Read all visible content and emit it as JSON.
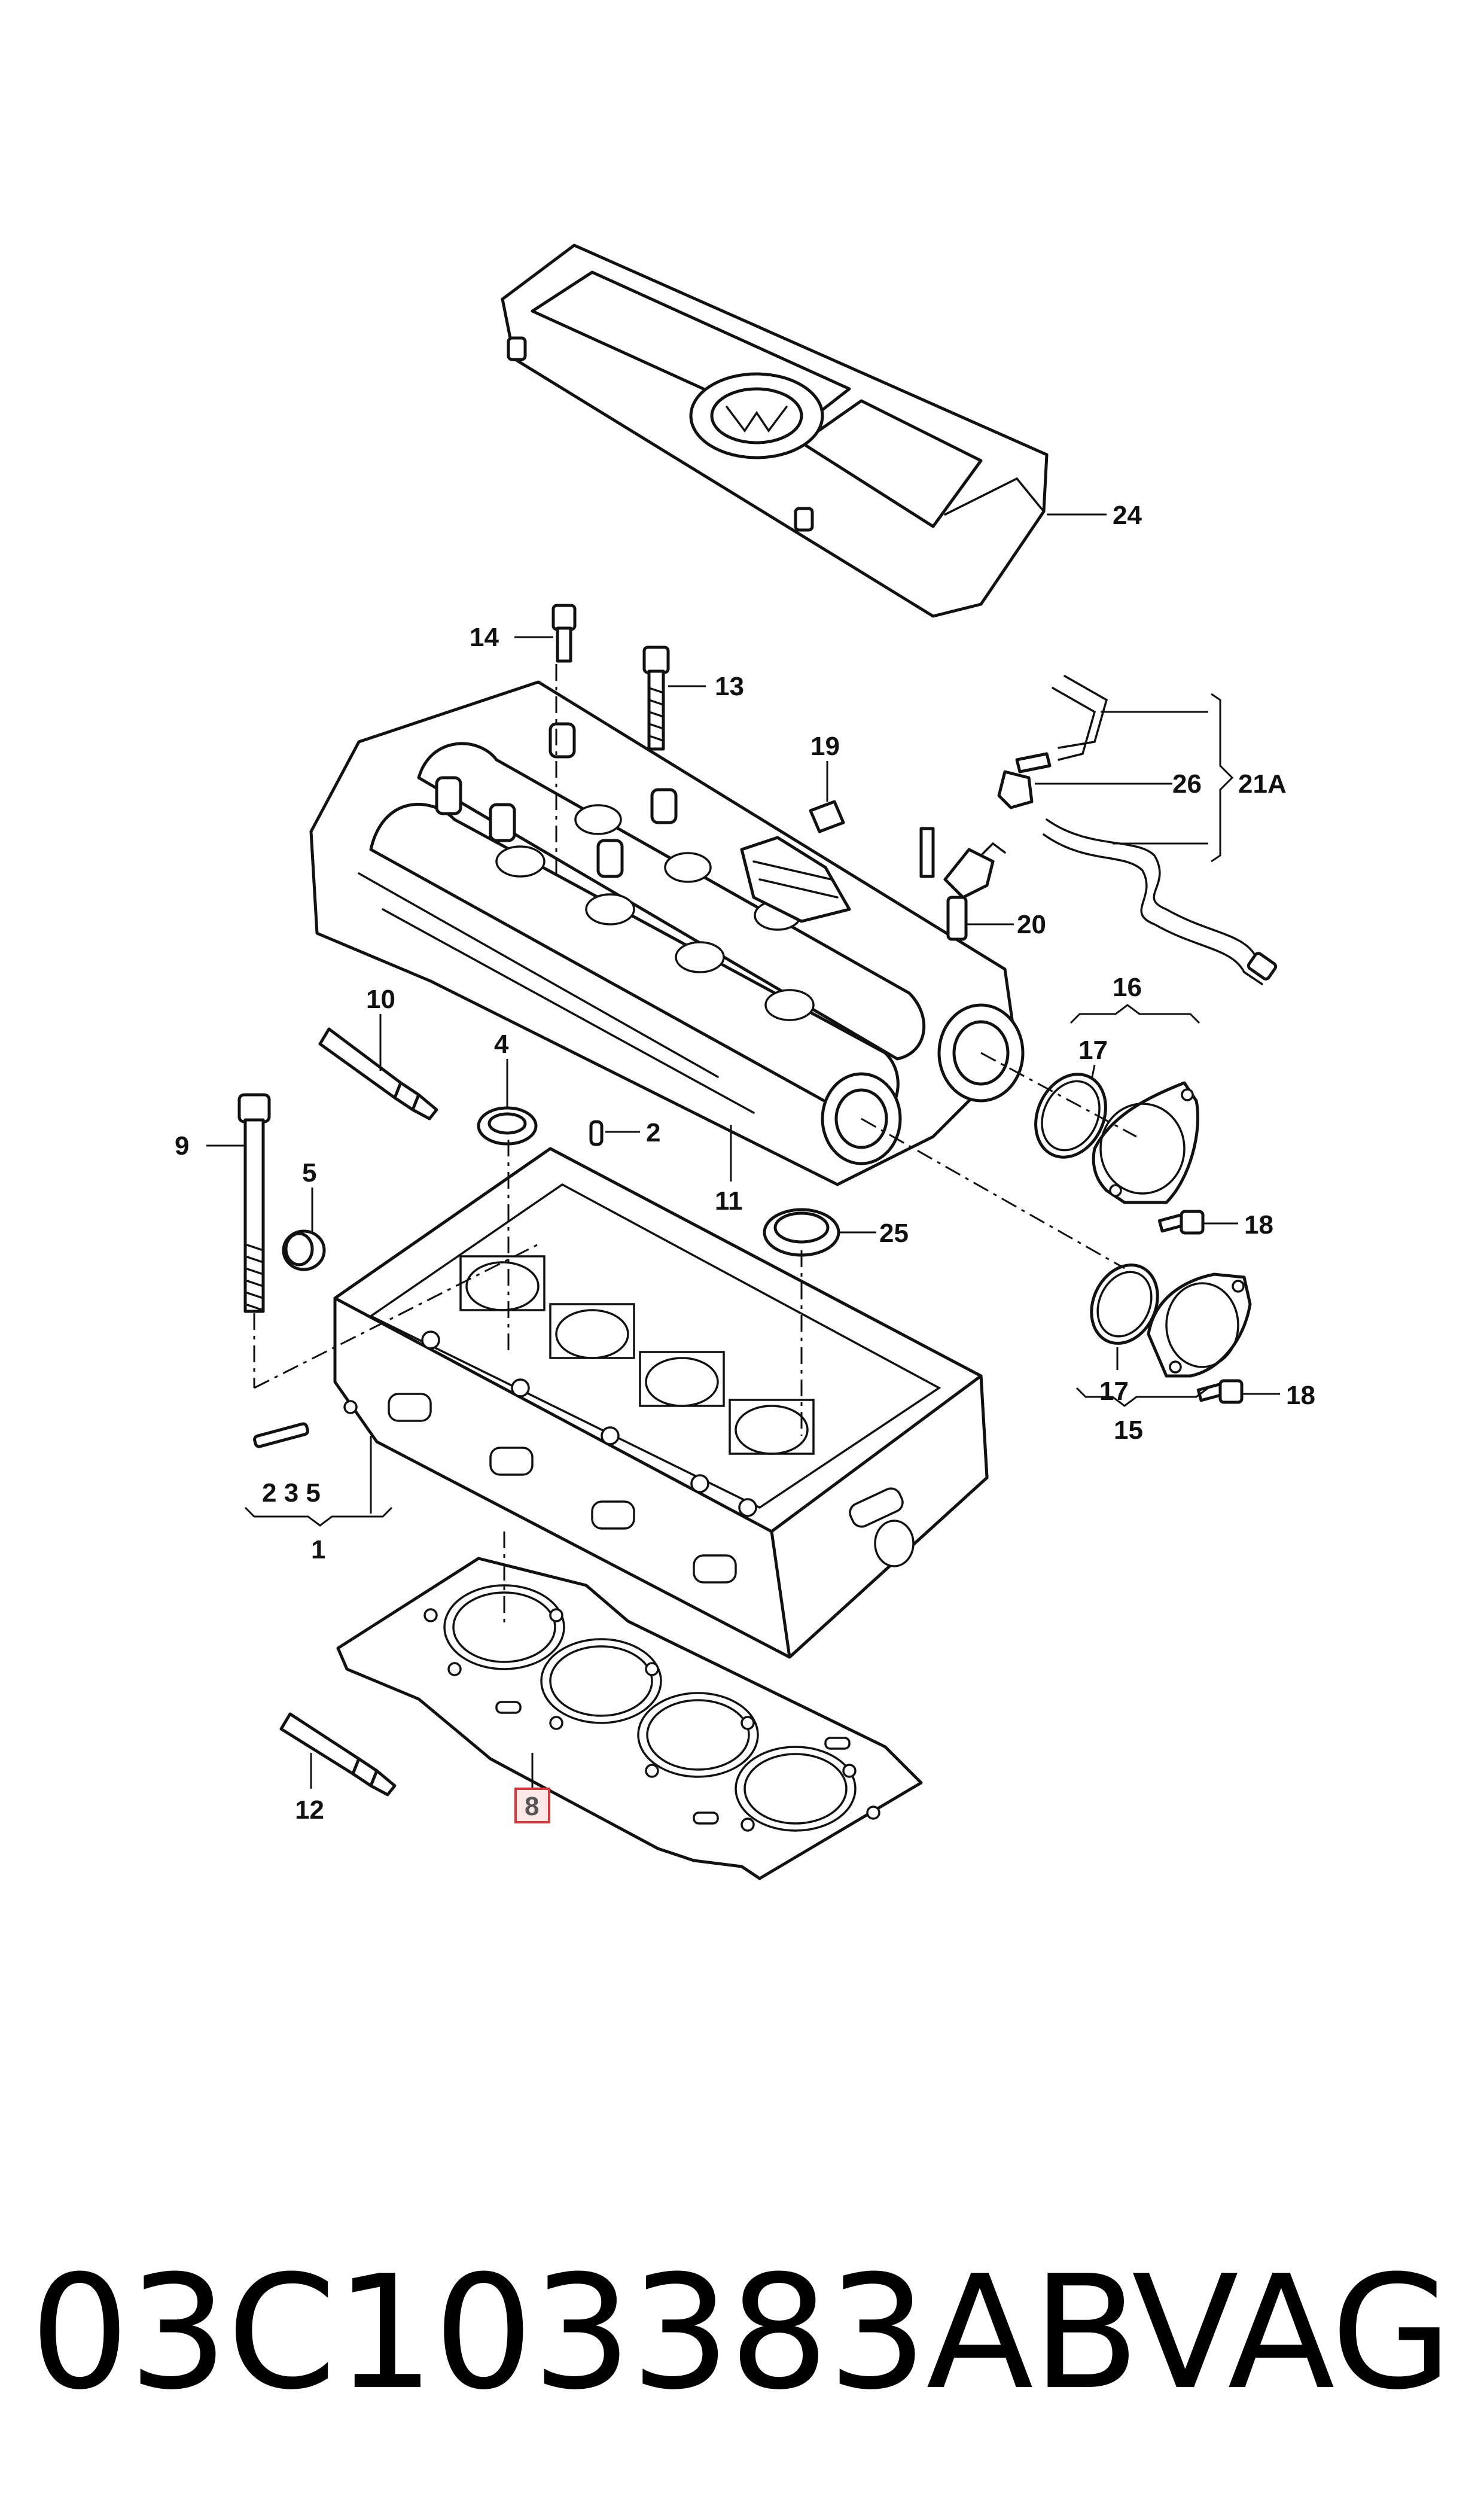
{
  "callouts": {
    "c24": "24",
    "c14": "14",
    "c13": "13",
    "c19": "19",
    "c26": "26",
    "c21a": "21A",
    "c20": "20",
    "c16": "16",
    "c10": "10",
    "c4": "4",
    "c2": "2",
    "c17a": "17",
    "c9": "9",
    "c5": "5",
    "c11": "11",
    "c25": "25",
    "c18a": "18",
    "c17b": "17",
    "c18b": "18",
    "c15": "15",
    "c235": "2 3 5",
    "c1": "1",
    "c8": "8",
    "c12": "12"
  },
  "highlighted_callout": "8",
  "footer": {
    "part_number": "03C103383AB",
    "brand": "VAG"
  }
}
